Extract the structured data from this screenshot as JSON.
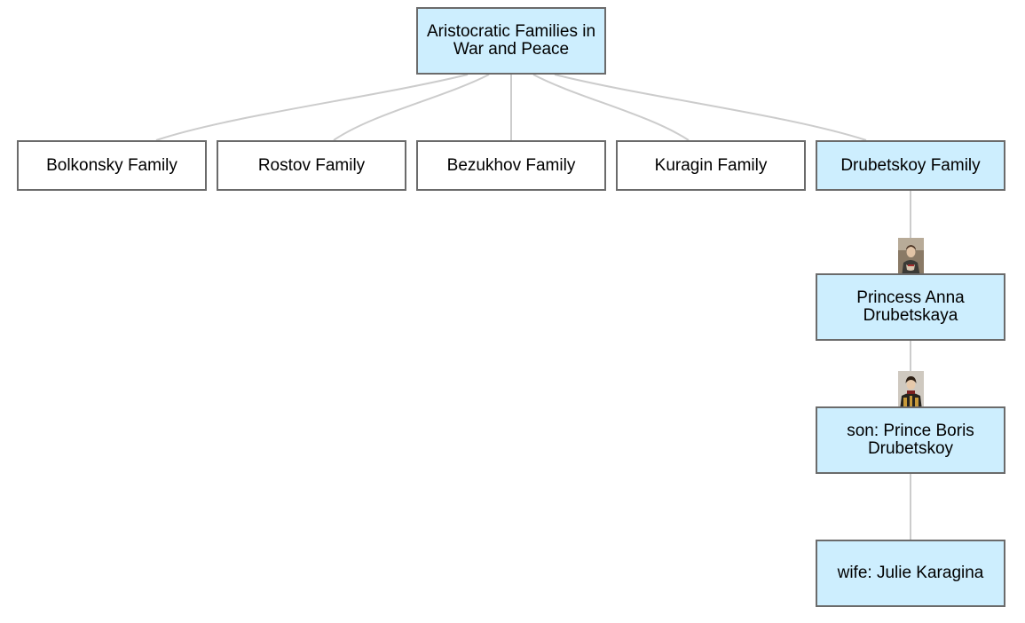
{
  "diagram": {
    "root": {
      "label": "Aristocratic Families in War and Peace"
    },
    "families": [
      {
        "label": "Bolkonsky Family"
      },
      {
        "label": "Rostov Family"
      },
      {
        "label": "Bezukhov Family"
      },
      {
        "label": "Kuragin Family"
      },
      {
        "label": "Drubetskoy Family"
      }
    ],
    "members": [
      {
        "label": "Princess Anna Drubetskaya",
        "portrait": "woman-portrait-icon"
      },
      {
        "label": "son: Prince Boris Drubetskoy",
        "portrait": "military-officer-portrait-icon"
      },
      {
        "label": "wife: Julie Karagina"
      }
    ],
    "colors": {
      "highlight_fill": "#cdeefe",
      "default_fill": "#ffffff",
      "border": "#6b6b6b",
      "link": "#cccccc"
    }
  }
}
